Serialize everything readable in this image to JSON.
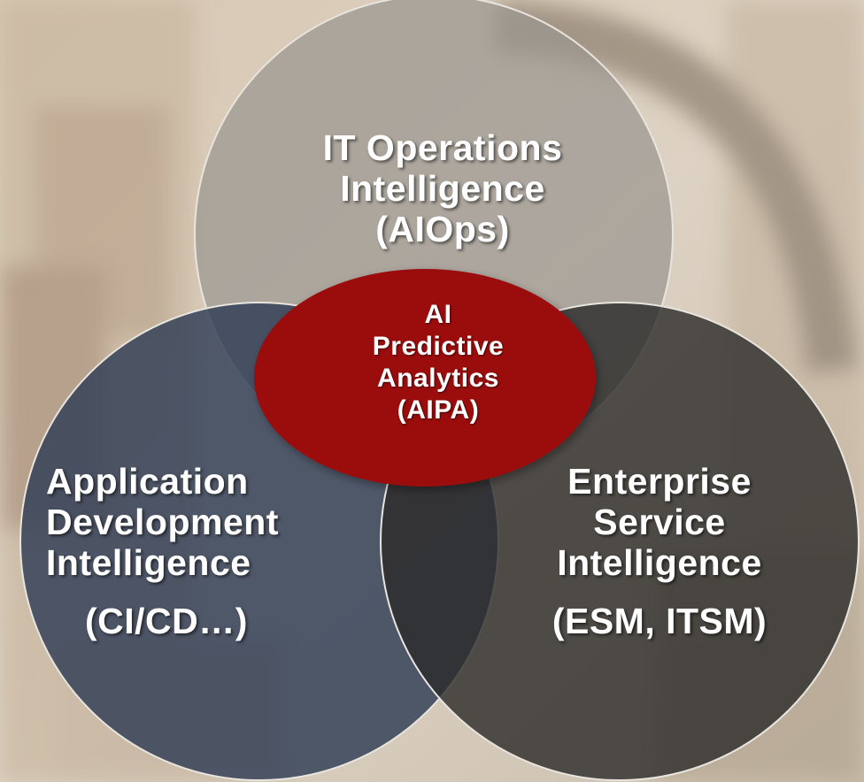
{
  "diagram": {
    "top_circle": {
      "lines": [
        "IT Operations",
        "Intelligence",
        "(AIOps)"
      ],
      "fill": "#9a9590"
    },
    "left_circle": {
      "lines": [
        "Application",
        "Development",
        "Intelligence"
      ],
      "sub": "(CI/CD…)",
      "fill": "#3d4a5e"
    },
    "right_circle": {
      "lines": [
        "Enterprise",
        "Service",
        "Intelligence"
      ],
      "sub": "(ESM, ITSM)",
      "fill": "#3b3a38"
    },
    "center": {
      "lines": [
        "AI",
        "Predictive",
        "Analytics",
        "(AIPA)"
      ],
      "fill": "#9b0a10"
    }
  },
  "colors": {
    "background": "#d8cbb8",
    "label_text": "#ffffff",
    "circle_stroke": "#e8e4de"
  }
}
